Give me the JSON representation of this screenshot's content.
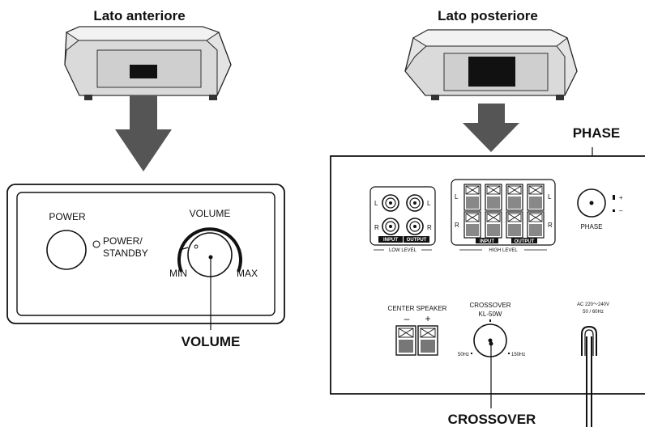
{
  "captions": {
    "front": "Lato anteriore",
    "rear": "Lato posteriore",
    "volume": "VOLUME",
    "phase": "PHASE",
    "crossover": "CROSSOVER"
  },
  "front_panel": {
    "power": "POWER",
    "power_standby_1": "POWER/",
    "power_standby_2": "STANDBY",
    "volume": "VOLUME",
    "min": "MIN",
    "max": "MAX"
  },
  "rear_panel": {
    "l": "L",
    "r": "R",
    "input": "INPUT",
    "output": "OUTPUT",
    "low_level": "LOW LEVEL",
    "high_level": "HIGH LEVEL",
    "phase": "PHASE",
    "phase_plus": "+",
    "phase_minus": "–",
    "center_speaker": "CENTER SPEAKER",
    "minus": "–",
    "plus": "+",
    "crossover": "CROSSOVER",
    "crossover_model": "KL-50W",
    "hz_low": "50Hz",
    "hz_high": "150Hz",
    "ac_line1": "AC 220～240V",
    "ac_line2": "50 / 60Hz"
  }
}
